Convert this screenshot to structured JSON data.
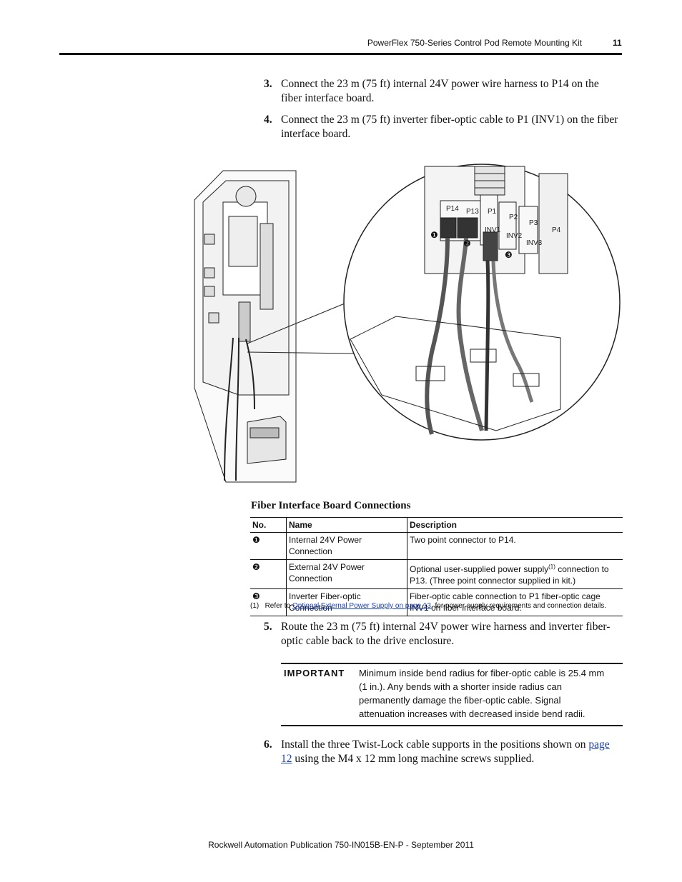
{
  "header": {
    "title": "PowerFlex 750-Series Control Pod Remote Mounting Kit",
    "page_number": "11"
  },
  "steps_top": [
    {
      "num": "3.",
      "text": "Connect the 23 m (75 ft) internal 24V power wire harness to P14 on the fiber interface board."
    },
    {
      "num": "4.",
      "text": "Connect the 23 m (75 ft) inverter fiber-optic cable to P1 (INV1) on the fiber interface board."
    }
  ],
  "figure": {
    "labels": {
      "p14": "P14",
      "p13": "P13",
      "p1": "P1",
      "p2": "P2",
      "p3": "P3",
      "p4": "P4",
      "inv1": "INV1",
      "inv2": "INV2",
      "inv3": "INV3"
    },
    "callouts": [
      "❶",
      "❷",
      "❸"
    ]
  },
  "table": {
    "caption": "Fiber Interface Board Connections",
    "headers": [
      "No.",
      "Name",
      "Description"
    ],
    "rows": [
      {
        "no": "❶",
        "name": "Internal 24V Power Connection",
        "desc": "Two point connector to P14."
      },
      {
        "no": "❷",
        "name": "External 24V Power Connection",
        "desc_a": "Optional user-supplied power supply",
        "desc_sup": "(1)",
        "desc_b": " connection to P13. (Three point connector supplied in kit.)"
      },
      {
        "no": "❸",
        "name": "Inverter Fiber-optic Connection",
        "desc": "Fiber-optic cable connection to P1 fiber-optic cage INV1 on fiber interface board."
      }
    ]
  },
  "footnote": {
    "marker": "(1)",
    "pre": "Refer to ",
    "link": "Optional External Power Supply on page 13",
    "post": ", for power supply requirements and connection details."
  },
  "step5": {
    "num": "5.",
    "text": "Route the 23 m (75 ft) internal 24V power wire harness and inverter fiber-optic cable back to the drive enclosure."
  },
  "important": {
    "label": "IMPORTANT",
    "text": "Minimum inside bend radius for fiber-optic cable is 25.4 mm (1 in.). Any bends with a shorter inside radius can permanently damage the fiber-optic cable. Signal attenuation increases with decreased inside bend radii."
  },
  "step6": {
    "num": "6.",
    "pre": "Install the three Twist-Lock cable supports in the positions shown on ",
    "link": "page 12",
    "post": " using the M4 x 12 mm long machine screws supplied."
  },
  "footer": {
    "text": "Rockwell Automation Publication 750-IN015B-EN-P - September 2011"
  }
}
